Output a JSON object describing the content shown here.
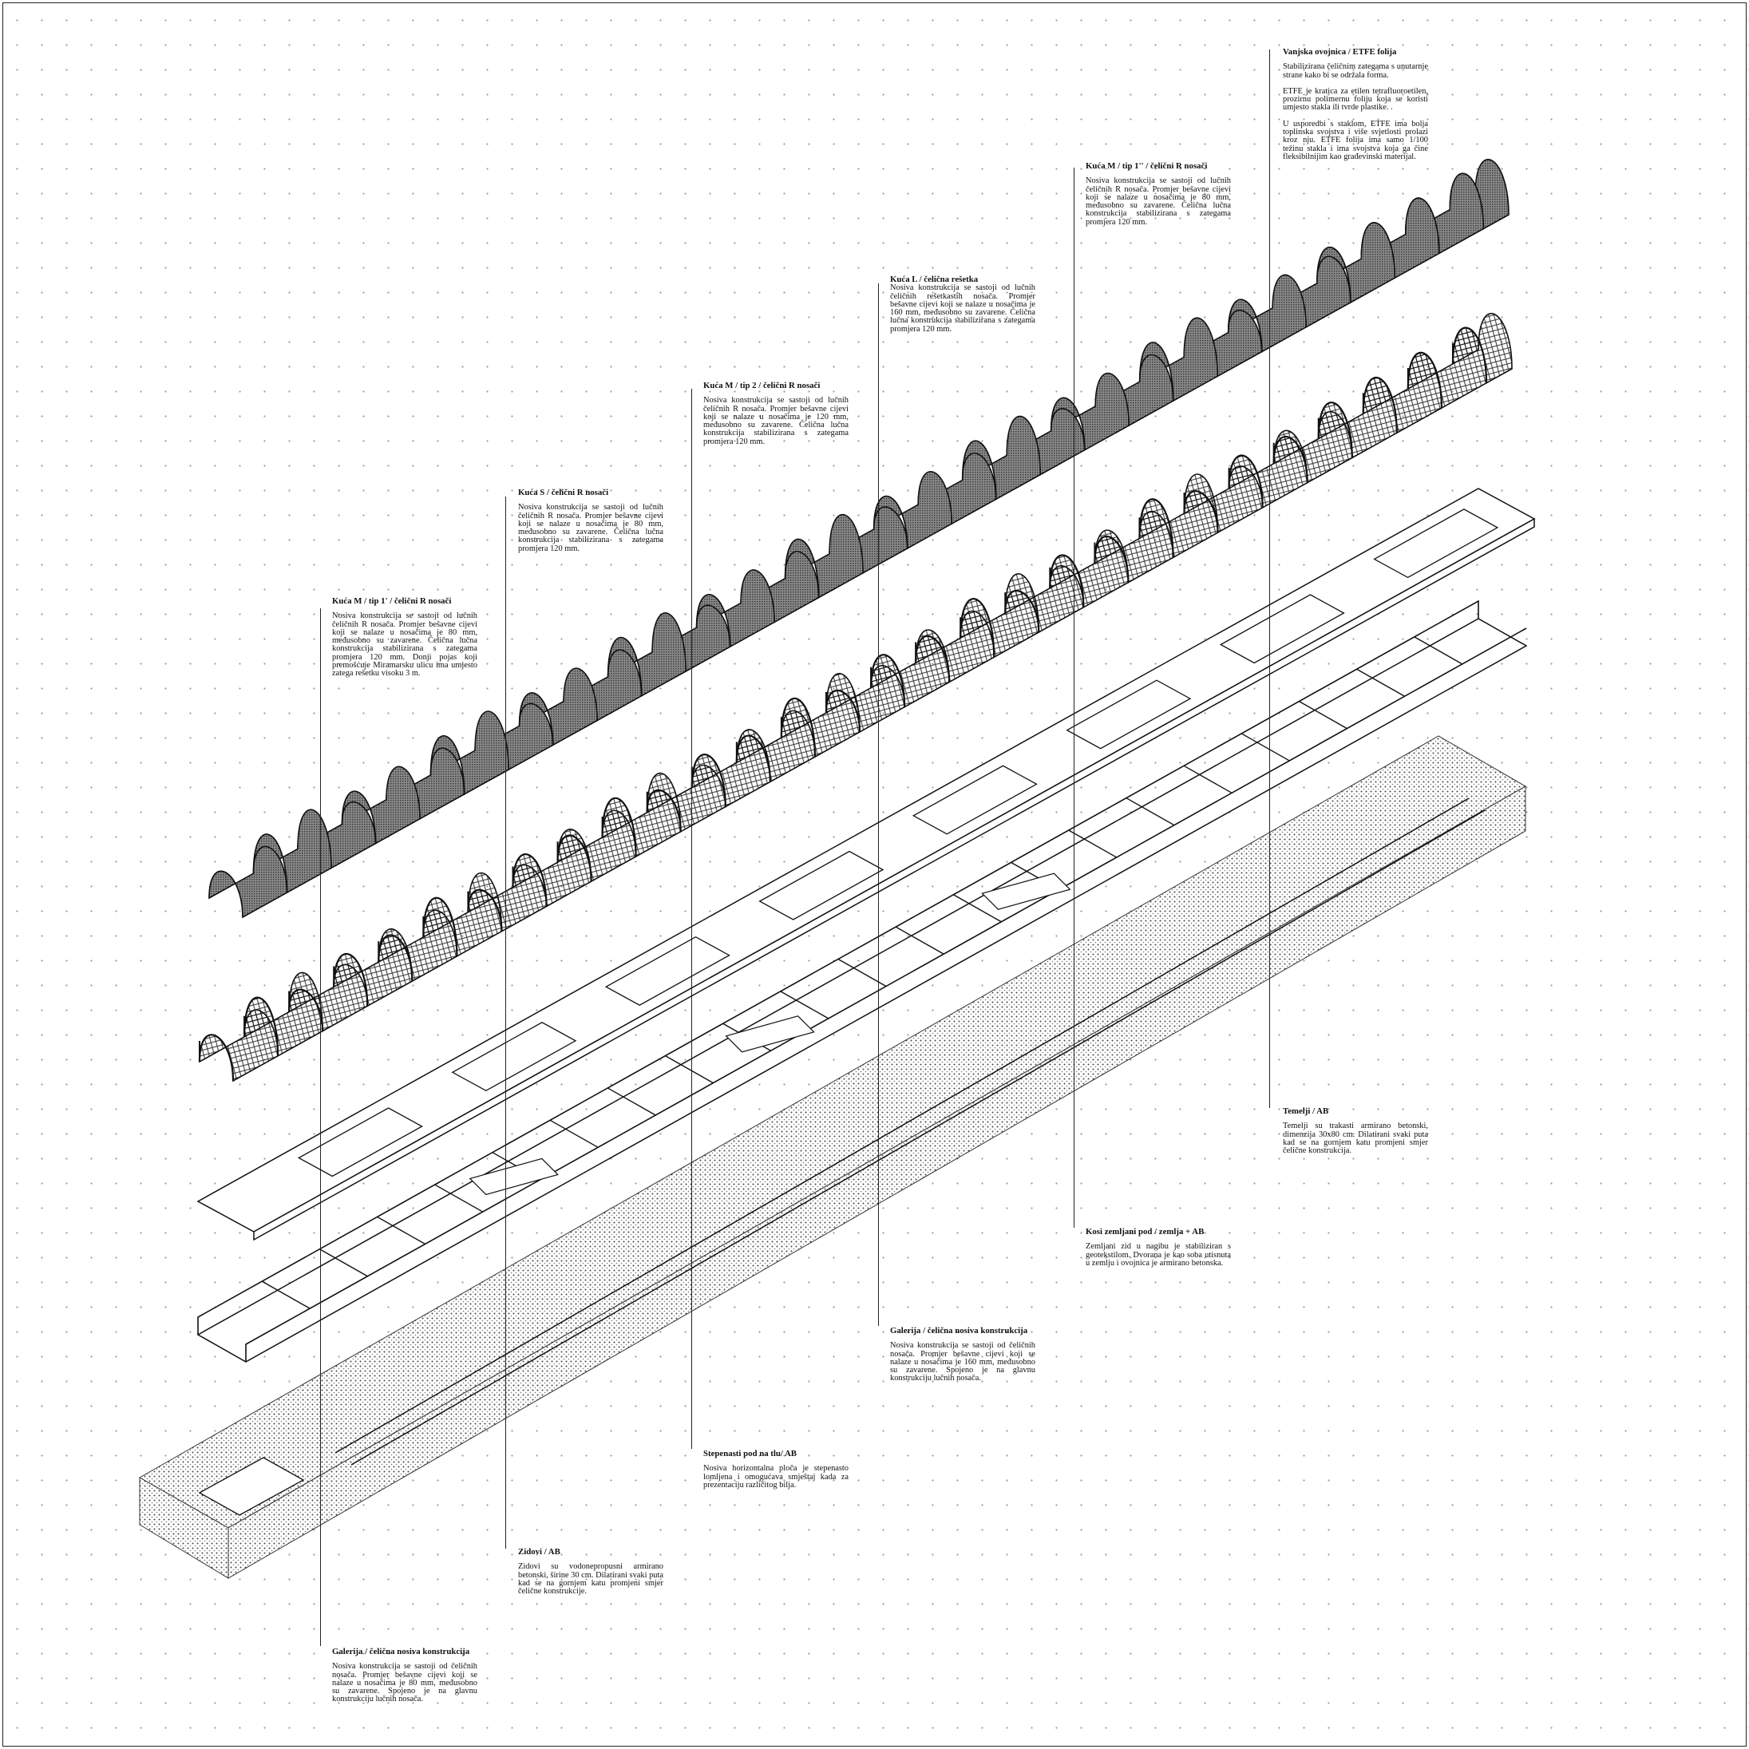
{
  "annotations": [
    {
      "title": "Vanjska ovojnica / ETFE  folija",
      "paragraphs": [
        "Stabilizirana čeličnim zategama s unutarnje strane kako bi se održala forma.",
        "ETFE je kratica za etilen tetrafluoroetilen, prozirnu polimernu foliju koja se koristi umjesto stakla ili tvrde plastike.  .",
        "U usporedbi s staklom, ETFE ima bolja toplinska svojstva i više svjetlosti prolazi kroz nju. ETFE  folija ima samo 1/100 težinu stakla i ima svojstva koja ga čine fleksibilnijim kao građevinski materijal."
      ]
    },
    {
      "title": "Kuća M / tip 1'' / čelični R nosači",
      "paragraphs": [
        "Nosiva konstrukcija se sastoji od lučnih čeličnih R nosača. Promjer bešavne cijevi koji se nalaze u nosačima je 80 mm, međusobno su zavarene. Čelična lučna konstrukcija stabilizirana s zategama promjera 120 mm."
      ]
    },
    {
      "title": "Kuća L / čelična rešetka",
      "paragraphs": [
        "Nosiva konstrukcija se sastoji od lučnih čeličnih rešetkastih nosača. Promjer bešavne cijevi koji se nalaze u nosačima je 160 mm, međusobno su zavarene. Čelična lučna konstrukcija stabilizirana s zategama promjera 120 mm."
      ]
    },
    {
      "title": "Kuća M / tip 2 / čelični R nosači",
      "paragraphs": [
        "Nosiva konstrukcija se sastoji od lučnih čeličnih R nosača. Promjer bešavne cijevi koji se nalaze u nosačima je 120 mm, međusobno su zavarene. Čelična lučna konstrukcija stabilizirana s zategama promjera 120 mm."
      ]
    },
    {
      "title": "Kuća S / čelični R nosači",
      "paragraphs": [
        "Nosiva konstrukcija se sastoji od lučnih čeličnih R nosača. Promjer bešavne cijevi koji se nalaze u nosačima je 80 mm, međusobno su zavarene. Čelična lučna konstrukcija stabilizirana s zategama promjera 120 mm."
      ]
    },
    {
      "title": "Kuća M / tip 1' / čelični R nosači",
      "paragraphs": [
        "Nosiva konstrukcija se sastoji od lučnih čeličnih R nosača. Promjer bešavne cijevi koji se nalaze u nosačima je 80 mm, međusobno su zavarene. Čelična lučna konstrukcija stabilizirana s zategama promjera 120 mm. Donji pojas koji premošćuje Miramarsku ulicu ima umjesto zatega rešetku visoku 3 m."
      ]
    },
    {
      "title": "Temelji / AB",
      "paragraphs": [
        "Temelji su trakasti armirano betonski, dimenzija 30x80 cm. Dilatirani svaki puta kad se na gornjem katu promjeni smjer čelične konstrukcija."
      ]
    },
    {
      "title": "Kosi zemljani pod / zemlja + AB",
      "paragraphs": [
        "Zemljani zid u nagibu je stabiliziran s geotekstilom. Dvorana je kao soba utisnuta u zemlju i ovojnica je armirano betonska."
      ]
    },
    {
      "title": "Galerija / čelična nosiva konstrukcija",
      "paragraphs": [
        "Nosiva konstrukcija se sastoji od čeličnih nosača. Promjer bešavne cijevi koji se nalaze u nosačima je 160 mm, međusobno su zavarene. Spojeno je na glavnu konstrukciju lučnih nosača."
      ]
    },
    {
      "title": "Stepenasti pod na tlu/ AB",
      "paragraphs": [
        "Nosiva horizontalna ploča je stepenasto lomljena i omogućava smještaj kada za prezentaciju različitog bilja."
      ]
    },
    {
      "title": "Zidovi / AB",
      "paragraphs": [
        "Zidovi su vodonepropusni armirano betonski, širine 30 cm. Dilatirani svaki puta kad se na gornjem katu promjeni smjer čelične konstrukcije."
      ]
    },
    {
      "title": "Galerija / čelična nosiva konstrukcija",
      "paragraphs": [
        "Nosiva konstrukcija se sastoji od čeličnih nosača. Promjer bešavne cijevi koji se nalaze u nosačima je 80 mm, međusobno su zavarene. Spojeno je na glavnu konstrukciju lučnih nosača."
      ]
    }
  ],
  "colors": {
    "ink": "#111111",
    "envelope_fill": "#6a6a6a",
    "grid_dot": "#9a9a9a"
  }
}
